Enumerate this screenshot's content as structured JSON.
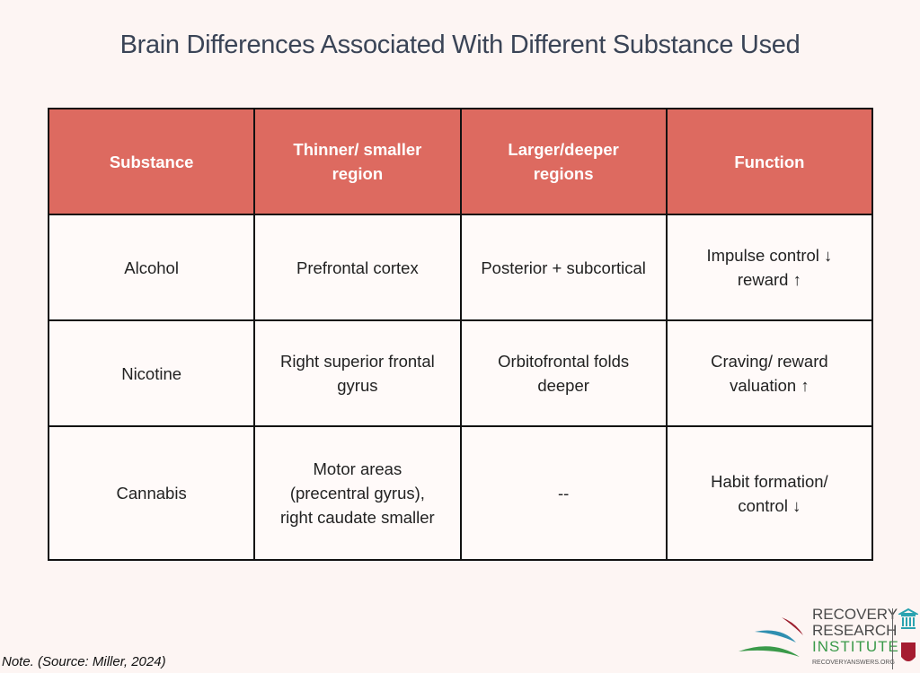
{
  "title": "Brain Differences Associated With Different Substance Used",
  "table": {
    "headers": [
      "Substance",
      "Thinner/ smaller region",
      "Larger/deeper regions",
      "Function"
    ],
    "rows": [
      [
        "Alcohol",
        "Prefrontal cortex",
        "Posterior + subcortical",
        "Impulse control ↓ reward ↑"
      ],
      [
        "Nicotine",
        "Right superior frontal gyrus",
        "Orbitofrontal folds deeper",
        "Craving/ reward valuation ↑"
      ],
      [
        "Cannabis",
        "Motor areas (precentral gyrus), right caudate smaller",
        "--",
        "Habit formation/ control ↓"
      ]
    ]
  },
  "note": "Note. (Source: Miller, 2024)",
  "logo": {
    "line1": "RECOVERY",
    "line2": "RESEARCH",
    "line3": "INSTITUTE",
    "url": "RECOVERYANSWERS.ORG"
  },
  "colors": {
    "header": "#dd6a60",
    "background": "#fdf5f3"
  }
}
